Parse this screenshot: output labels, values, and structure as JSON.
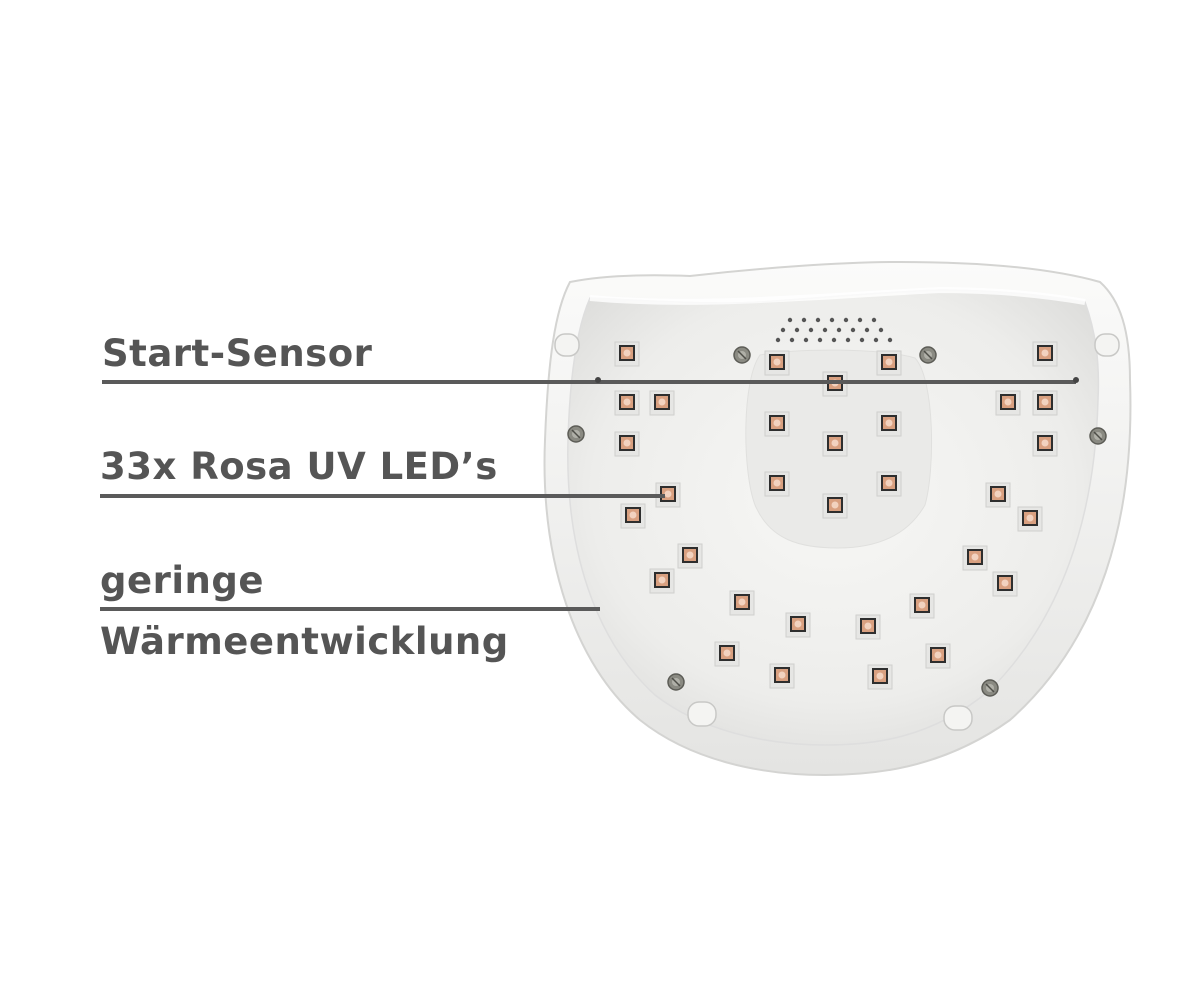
{
  "labels": {
    "start_sensor": "Start-Sensor",
    "led_count": "33x Rosa UV LED’s",
    "heat_line1": "geringe",
    "heat_line2": "Wärmeentwicklung"
  },
  "colors": {
    "label_text": "#555555",
    "leader_line": "#5a5a5a",
    "lamp_body": "#f1f1ef",
    "led_chip": "#d9a080",
    "screw": "#7a7a70"
  },
  "icons": [
    "uv-led-chip",
    "screw-head",
    "vent-holes",
    "rubber-foot"
  ]
}
